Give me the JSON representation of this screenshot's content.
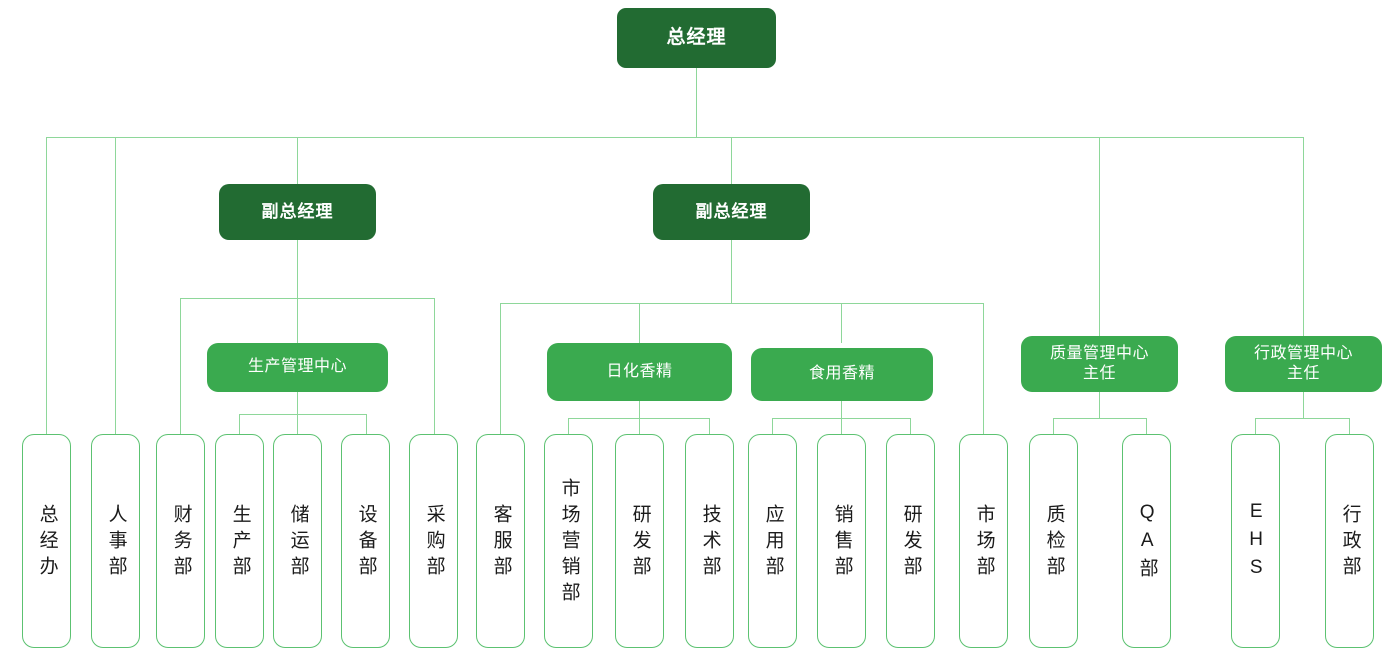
{
  "chart_title": "",
  "palette": {
    "dark_green": "#226b32",
    "mid_green": "#3aaa4f",
    "line_green": "#8ed79a",
    "leaf_border": "#5cc271",
    "leaf_text": "#1b1b1b",
    "box_text": "#ffffff",
    "background": "#ffffff"
  },
  "org": {
    "level1": {
      "label": "总经理"
    },
    "level2": [
      {
        "id": "vp1",
        "label": "副总经理"
      },
      {
        "id": "vp2",
        "label": "副总经理"
      }
    ],
    "level3": [
      {
        "id": "prod-center",
        "label": "生产管理中心"
      },
      {
        "id": "daily-flavor",
        "label": "日化香精"
      },
      {
        "id": "food-flavor",
        "label": "食用香精"
      },
      {
        "id": "quality-center",
        "label": "质量管理中心\n主任"
      },
      {
        "id": "admin-center",
        "label": "行政管理中心\n主任"
      }
    ],
    "departments": [
      {
        "id": "gm-office",
        "label": "总经办",
        "parent": "总经理"
      },
      {
        "id": "hr",
        "label": "人事部",
        "parent": "总经理"
      },
      {
        "id": "finance",
        "label": "财务部",
        "parent": "副总经理"
      },
      {
        "id": "production",
        "label": "生产部",
        "parent": "生产管理中心"
      },
      {
        "id": "warehouse",
        "label": "储运部",
        "parent": "生产管理中心"
      },
      {
        "id": "equipment",
        "label": "设备部",
        "parent": "生产管理中心"
      },
      {
        "id": "purchasing",
        "label": "采购部",
        "parent": "副总经理"
      },
      {
        "id": "customer",
        "label": "客服部",
        "parent": "副总经理"
      },
      {
        "id": "marketing",
        "label": "市场营销部",
        "parent": "日化香精"
      },
      {
        "id": "rd-daily",
        "label": "研发部",
        "parent": "日化香精"
      },
      {
        "id": "technology",
        "label": "技术部",
        "parent": "日化香精"
      },
      {
        "id": "application",
        "label": "应用部",
        "parent": "食用香精"
      },
      {
        "id": "sales",
        "label": "销售部",
        "parent": "食用香精"
      },
      {
        "id": "rd-food",
        "label": "研发部",
        "parent": "食用香精"
      },
      {
        "id": "market",
        "label": "市场部",
        "parent": "副总经理"
      },
      {
        "id": "qc",
        "label": "质检部",
        "parent": "质量管理中心主任"
      },
      {
        "id": "qa",
        "label": "QA部",
        "parent": "质量管理中心主任"
      },
      {
        "id": "ehs",
        "label": "EHS",
        "parent": "行政管理中心主任"
      },
      {
        "id": "admin",
        "label": "行政部",
        "parent": "行政管理中心主任"
      }
    ]
  }
}
